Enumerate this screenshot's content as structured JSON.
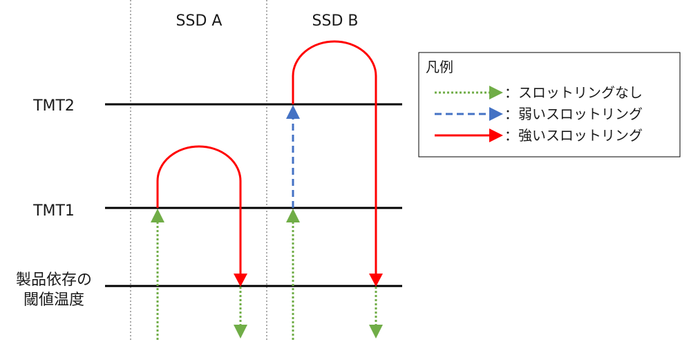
{
  "columns": [
    {
      "label": "SSD A"
    },
    {
      "label": "SSD B"
    }
  ],
  "rows": {
    "tmt2": "TMT2",
    "tmt1": "TMT1",
    "threshold_line1": "製品依存の",
    "threshold_line2": "閾値温度"
  },
  "legend": {
    "title": "凡例",
    "items": [
      {
        "label": "：スロットリングなし",
        "style": "dotted",
        "color": "#70ad47"
      },
      {
        "label": "：弱いスロットリング",
        "style": "dashed",
        "color": "#4472c4"
      },
      {
        "label": "：強いスロットリング",
        "style": "solid",
        "color": "#ff0000"
      }
    ]
  },
  "colors": {
    "none": "#70ad47",
    "weak": "#4472c4",
    "strong": "#ff0000",
    "line": "#000000",
    "separator": "#555555"
  }
}
